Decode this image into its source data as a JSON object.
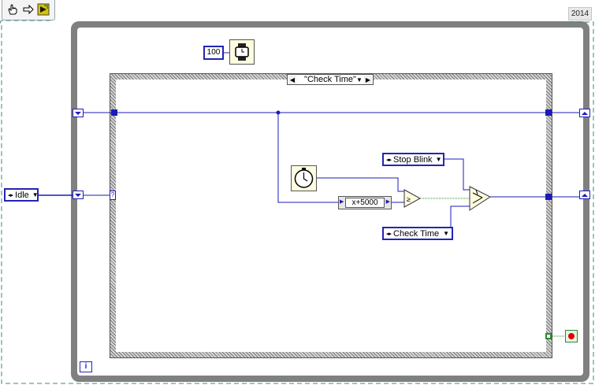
{
  "toolbar": {
    "run_tool_icon": "hand-pointer-icon",
    "arrow_icon": "right-arrow-icon",
    "vi_icon": "labview-vi-icon",
    "version": "2014"
  },
  "wait_ms": {
    "value": "100"
  },
  "case_structure": {
    "selector_label": "\"Check Time\""
  },
  "enums": {
    "initial_state": "Idle",
    "stop_blink": "Stop Blink",
    "check_time": "Check Time"
  },
  "add_node": {
    "label": "x+5000"
  },
  "iteration_terminal": {
    "label": "i"
  },
  "colors": {
    "wire_enum": "#1b1bb8",
    "wire_boolean": "#2e8b2e",
    "loop_border": "#808080",
    "stop_red": "#e00000"
  }
}
